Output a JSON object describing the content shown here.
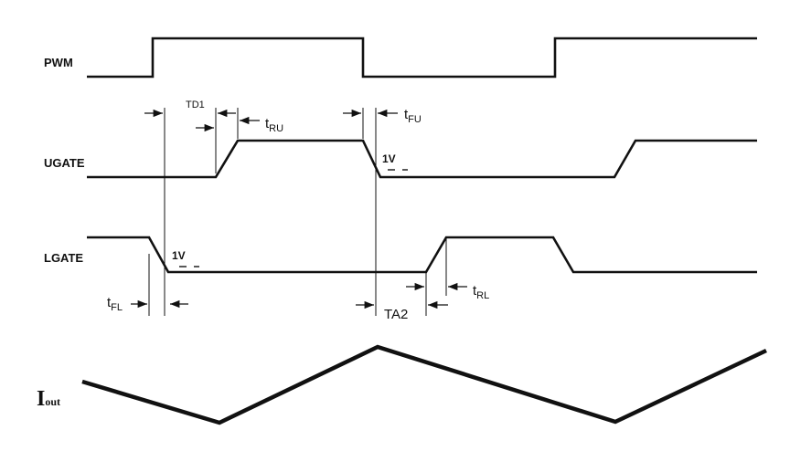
{
  "signals": {
    "pwm": "PWM",
    "ugate": "UGATE",
    "lgate": "LGATE",
    "iout_main": "I",
    "iout_sub": "out"
  },
  "timing": {
    "td1": "TD1",
    "t_ru_main": "t",
    "t_ru_sub": "RU",
    "t_fu_main": "t",
    "t_fu_sub": "FU",
    "t_fl_main": "t",
    "t_fl_sub": "FL",
    "t_rl_main": "t",
    "t_rl_sub": "RL",
    "ta2": "TA2",
    "volt_ugate": "1V",
    "volt_lgate": "1V"
  }
}
